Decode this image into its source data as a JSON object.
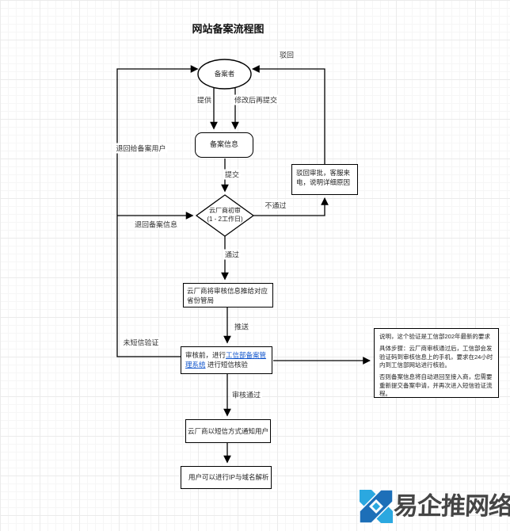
{
  "title": "网站备案流程图",
  "colors": {
    "line": "#000000",
    "link": "#1155cc",
    "node_border": "#000000",
    "watermark_light_blue": "#2ba8e0",
    "watermark_dark_blue": "#1d6fb8",
    "watermark_text_color": "#454545"
  },
  "nodes": {
    "filer": "备案者",
    "filing_info": "备案信息",
    "initial_review_line1": "云厂商初审",
    "initial_review_line2": "(1 - 2工作日)",
    "reject_box": "驳回审批，客服来电，说明详细原因",
    "push_province": "云厂商将审核信息推给对应省份管局",
    "sms_check_prefix": "审核前，进行",
    "sms_check_link": "工信部备案管理系统",
    "sms_check_suffix": " 进行短信核验",
    "notify_user": "云厂商以短信方式通知用户",
    "dns_resolve": "用户可以进行IP与域名解析"
  },
  "note": {
    "p1": "说明，这个验证是工信部202年最新的要求",
    "p2": "具体步骤：云厂商审核通过后，工信部会发验证码到审核信息上的手机，要求在24小时内到工信部网站进行核验。",
    "p3": "否则备案信息将自动退回至接入商，您需要重新提交备案申请，并再次进入短信验证流程。"
  },
  "edge_labels": {
    "reject": "驳回",
    "provide": "提供",
    "resubmit": "修改后再提交",
    "return_to_user": "退回给备案用户",
    "submit": "提交",
    "fail": "不通过",
    "return_filing_info": "退回备案信息",
    "pass": "通过",
    "push": "推送",
    "no_sms": "未短信验证",
    "review_passed": "审核通过"
  },
  "watermark": {
    "text": "易企推网络"
  }
}
